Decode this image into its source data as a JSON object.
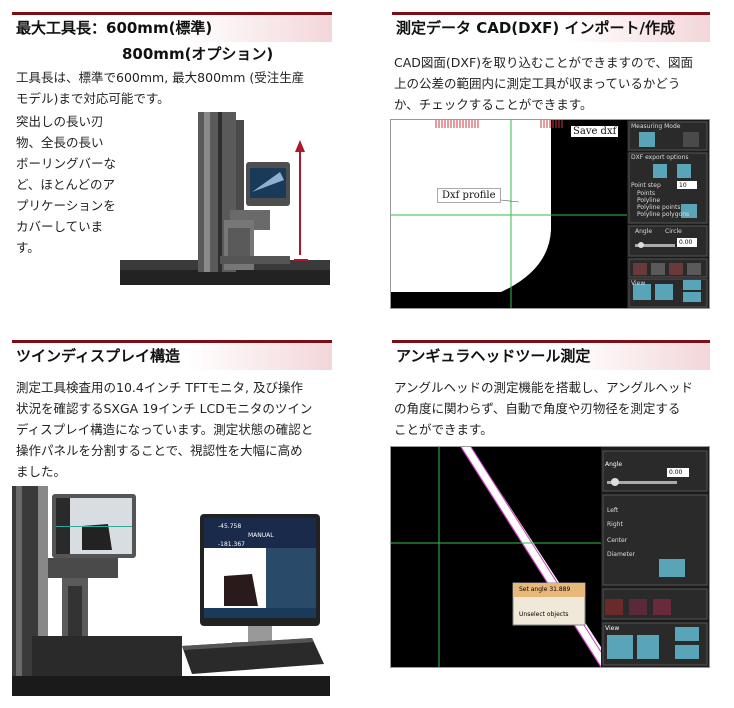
{
  "sections": [
    {
      "title": "最大工具長：600mm(標準)",
      "title2": "800mm(オプション)",
      "body_lines": [
        "工具長は、標準で600mm, 最大800mm (受注生産",
        "モデル)まで対応可能です。",
        "突出しの長い刃",
        "物、全長の長い",
        "ボーリングバーな",
        "ど、ほとんどのア",
        "プリケーションを",
        "カバーしていま",
        "す。"
      ]
    },
    {
      "title": "測定データ CAD(DXF) インポート/作成",
      "body_lines": [
        "CAD図面(DXF)を取り込むことができますので、図面",
        "上の公差の範囲内に測定工具が収まっているかどう",
        "か、チェックすることができます。"
      ],
      "image": {
        "save_label": "Save dxf",
        "profile_label": "Dxf profile",
        "ui": {
          "measuring_mode": "Measuring Mode",
          "dxf_export": "DXF export options",
          "point_step": "Point step",
          "point_step_value": "10",
          "options": [
            "Points",
            "Polyline",
            "Polyline points",
            "Polyline polygons"
          ],
          "angle": "Angle",
          "circle": "Circle",
          "angle_value": "0.00",
          "view": "View"
        }
      }
    },
    {
      "title": "ツインディスプレイ構造",
      "body_lines": [
        "測定工具検査用の10.4インチ TFTモニタ, 及び操作",
        "状況を確認するSXGA 19インチ LCDモニタのツイン",
        "ディスプレイ構造になっています。測定状態の確認と",
        "操作パネルを分割することで、視認性を大幅に高め",
        "ました。"
      ],
      "image": {
        "x_value": "-45.758",
        "z_value": "-181.367",
        "mode_text": "MANUAL"
      }
    },
    {
      "title": "アンギュラヘッドツール測定",
      "body_lines": [
        "アングルヘッドの測定機能を搭載し、アングルヘッド",
        "の角度に関わらず、自動で角度や刃物径を測定する",
        "ことができます。"
      ],
      "image": {
        "angle_label": "Angle",
        "angle_value": "0.00",
        "menu": [
          "Left",
          "Right",
          "Center",
          "Diameter"
        ],
        "set_angle": "Set angle 31.889",
        "unselect": "Unselect objects",
        "view": "View"
      }
    }
  ],
  "colors": {
    "header_accent": "#7a0f1a",
    "header_fade": "#f3d6d9",
    "ui_dark": "#1a1a1a",
    "green_line": "#2fbf4a",
    "magenta_line": "#d23cbf"
  }
}
